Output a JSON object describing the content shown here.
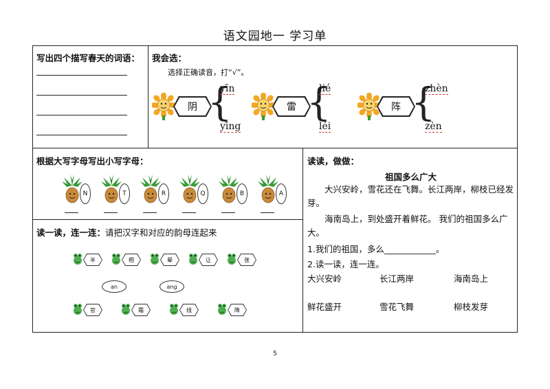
{
  "title": "语文园地一  学习单",
  "page_number": "5",
  "section1": {
    "heading": "写出四个描写春天的词语："
  },
  "section2": {
    "heading": "我会选：",
    "instruction": "选择正确读音，打“√”。",
    "groups": [
      {
        "char": "阴",
        "top": "yīn",
        "bottom": "yīng"
      },
      {
        "char": "雷",
        "top": "lié",
        "bottom": "léi"
      },
      {
        "char": "阵",
        "top": "zhèn",
        "bottom": "zèn"
      }
    ]
  },
  "section3": {
    "heading": "根据大写字母写出小写字母：",
    "letters": [
      "N",
      "T",
      "R",
      "Q",
      "B",
      "A"
    ]
  },
  "section4": {
    "heading": "读一读，连一连：",
    "instruction": "请把汉字和对应的韵母连起来",
    "row1": [
      "半",
      "相",
      "晕",
      "让",
      "张"
    ],
    "finals": [
      "an",
      "ang"
    ],
    "row2": [
      "官",
      "霜",
      "线",
      "降"
    ]
  },
  "section5": {
    "heading": "读读，做做：",
    "poem_title": "祖国多么广大",
    "para1": "大兴安岭，雪花还在飞舞。长江两岸，柳枝已经发芽。",
    "para2": "海南岛上，到处盛开着鲜花。 我们的祖国多么广大。",
    "q1": "1.我们的祖国，多么____________。",
    "q2": "2.读一读，连一连。",
    "match_top": [
      "大兴安岭",
      "长江两岸",
      "海南岛上"
    ],
    "match_bottom": [
      "鲜花盛开",
      "雪花飞舞",
      "柳枝发芽"
    ]
  },
  "colors": {
    "text": "#111111",
    "border": "#222222",
    "sun_petal": "#f5a623",
    "sun_face": "#f8d36a",
    "palm_leaf": "#3a9b3a",
    "pineapple": "#c98a3a",
    "wavy_underline": "#cc3333"
  }
}
